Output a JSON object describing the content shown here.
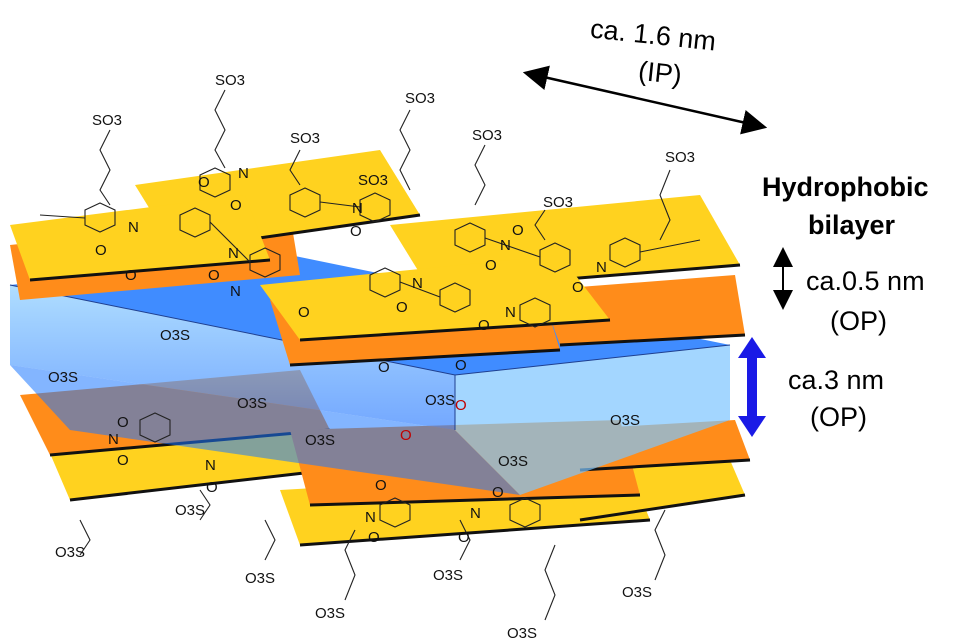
{
  "labels": {
    "in_plane_distance": "ca. 1.6 nm",
    "in_plane_tag": "(IP)",
    "hydrophobic_line1": "Hydrophobic",
    "hydrophobic_line2": "bilayer",
    "interlayer_distance": "ca.0.5 nm",
    "interlayer_tag": "(OP)",
    "bilayer_distance": "ca.3 nm",
    "bilayer_tag": "(OP)"
  },
  "chemistry": {
    "sulfonate_top": "SO3",
    "sulfonate_bottom": "O3S",
    "carbonyl_o": "O",
    "imide_n": "N"
  },
  "colors": {
    "yellow_sheet": "#FFD21F",
    "orange_sheet": "#FF8C1A",
    "blue_box": "#1E78FF",
    "arrow_blue": "#1A1AE6"
  }
}
